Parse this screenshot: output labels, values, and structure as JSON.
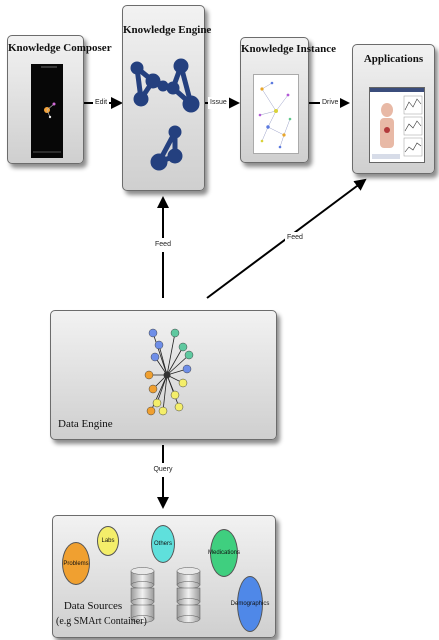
{
  "components": {
    "knowledge_composer": "Knowledge Composer",
    "knowledge_engine": "Knowledge Engine",
    "knowledge_instance": "Knowledge Instance",
    "applications": "Applications",
    "data_engine": "Data Engine",
    "data_sources": "Data Sources",
    "data_sources_sub": "(e.g SMArt Container)"
  },
  "connectors": {
    "edit": "Edit",
    "issue": "Issue",
    "drive": "Drive",
    "feed_vertical": "Feed",
    "feed_diagonal": "Feed",
    "query": "Query"
  },
  "data_sources": {
    "problems": "Problems",
    "labs": "Labs",
    "others": "Others",
    "medications": "Medications",
    "demographics": "Demographics"
  },
  "colors": {
    "box_border": "#6c6c6c",
    "arrow": "#000000",
    "molecule_blue": "#24407f",
    "problems": "#f0a030",
    "labs": "#f4ee6a",
    "others": "#5fe0dc",
    "medications": "#3fcf7f",
    "demographics": "#4f88e8"
  }
}
